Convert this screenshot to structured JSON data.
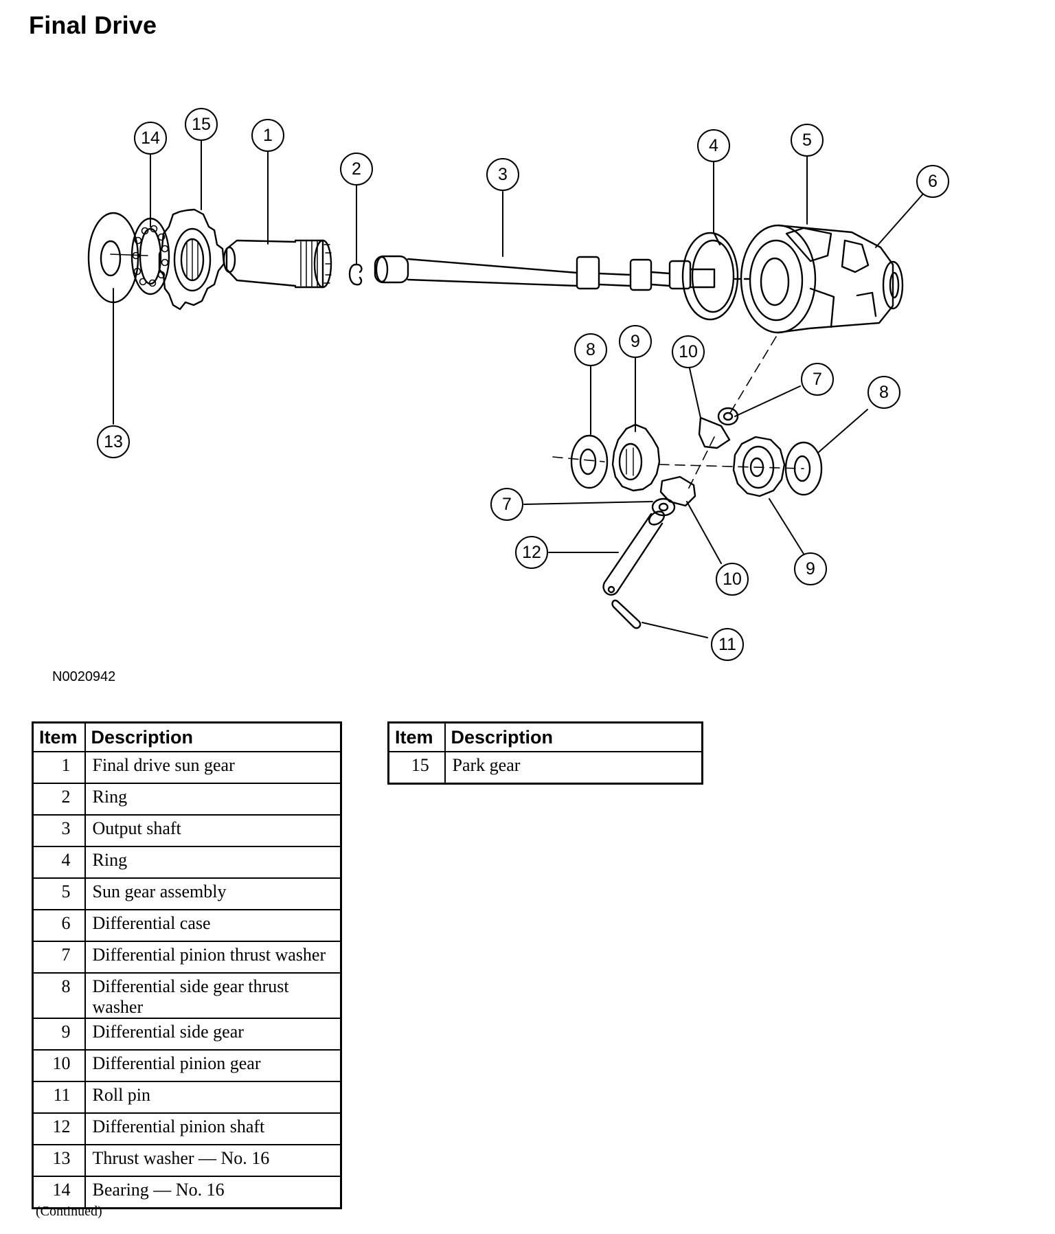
{
  "page": {
    "title": "Final Drive",
    "figure_code": "N0020942",
    "continued": "(Continued)"
  },
  "diagram": {
    "callouts": [
      "14",
      "15",
      "1",
      "2",
      "3",
      "4",
      "5",
      "6",
      "13",
      "8",
      "9",
      "10",
      "7",
      "8",
      "7",
      "12",
      "10",
      "9",
      "11"
    ]
  },
  "tables": {
    "headers": {
      "item": "Item",
      "description": "Description"
    },
    "left": [
      {
        "item": "1",
        "description": "Final drive sun gear"
      },
      {
        "item": "2",
        "description": "Ring"
      },
      {
        "item": "3",
        "description": "Output shaft"
      },
      {
        "item": "4",
        "description": "Ring"
      },
      {
        "item": "5",
        "description": "Sun gear assembly"
      },
      {
        "item": "6",
        "description": "Differential case"
      },
      {
        "item": "7",
        "description": "Differential pinion thrust washer"
      },
      {
        "item": "8",
        "description": "Differential side gear thrust washer"
      },
      {
        "item": "9",
        "description": "Differential side gear"
      },
      {
        "item": "10",
        "description": "Differential pinion gear"
      },
      {
        "item": "11",
        "description": "Roll pin"
      },
      {
        "item": "12",
        "description": "Differential pinion shaft"
      },
      {
        "item": "13",
        "description": "Thrust washer — No. 16"
      },
      {
        "item": "14",
        "description": "Bearing — No. 16"
      }
    ],
    "right": [
      {
        "item": "15",
        "description": "Park gear"
      }
    ]
  }
}
